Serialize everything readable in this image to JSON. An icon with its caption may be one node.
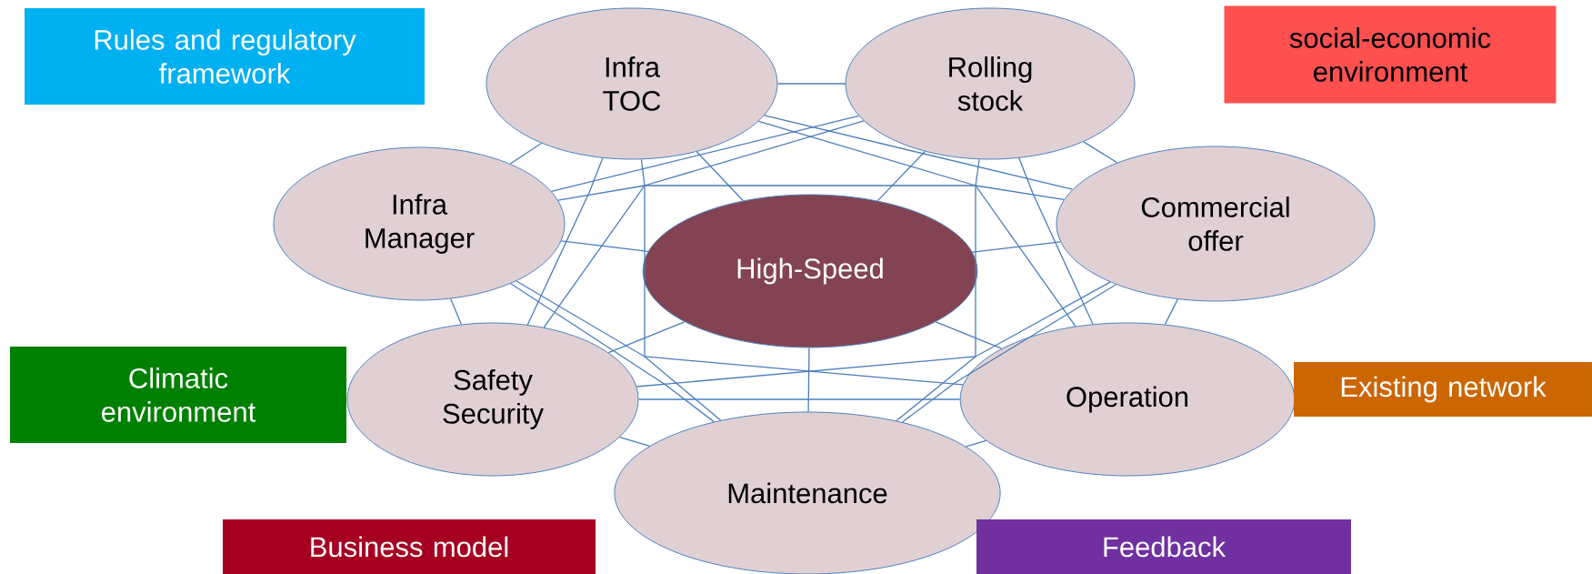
{
  "diagram": {
    "nodes": [
      {
        "text": [
          "Rules and regulatory framework"
        ]
      },
      {
        "text": [
          "Infra TOC"
        ]
      },
      {
        "text": [
          "Rolling stock"
        ]
      },
      {
        "text": [
          "social-economic environment"
        ]
      },
      {
        "text": [
          "Infra Manager"
        ]
      },
      {
        "text": [
          "High-Speed"
        ]
      },
      {
        "text": [
          "Commercial offer"
        ]
      },
      {
        "text": [
          "Climatic environment"
        ]
      },
      {
        "text": [
          "Safety Security"
        ]
      },
      {
        "text": [
          "Operation"
        ]
      },
      {
        "text": [
          "Existing network"
        ]
      },
      {
        "text": [
          "Maintenance"
        ]
      },
      {
        "text": [
          "Business model"
        ]
      },
      {
        "text": [
          "Feedback"
        ]
      }
    ],
    "edges": [
      {
        "from": 1,
        "to": 2,
        "arrow": "none"
      },
      {
        "from": 1,
        "to": 4,
        "arrow": "none"
      },
      {
        "from": 1,
        "to": 5,
        "arrow": "none"
      },
      {
        "from": 1,
        "to": 6,
        "arrow": "none"
      },
      {
        "from": 1,
        "to": 8,
        "arrow": "none"
      },
      {
        "from": 1,
        "to": 9,
        "arrow": "none"
      },
      {
        "from": 1,
        "to": 11,
        "arrow": "none"
      },
      {
        "from": 2,
        "to": 4,
        "arrow": "none"
      },
      {
        "from": 2,
        "to": 5,
        "arrow": "none"
      },
      {
        "from": 2,
        "to": 6,
        "arrow": "none"
      },
      {
        "from": 2,
        "to": 8,
        "arrow": "none"
      },
      {
        "from": 2,
        "to": 9,
        "arrow": "none"
      },
      {
        "from": 2,
        "to": 11,
        "arrow": "none"
      },
      {
        "from": 4,
        "to": 5,
        "arrow": "none"
      },
      {
        "from": 4,
        "to": 6,
        "arrow": "none"
      },
      {
        "from": 4,
        "to": 8,
        "arrow": "none"
      },
      {
        "from": 4,
        "to": 9,
        "arrow": "none"
      },
      {
        "from": 4,
        "to": 11,
        "arrow": "none"
      },
      {
        "from": 5,
        "to": 6,
        "arrow": "none"
      },
      {
        "from": 5,
        "to": 8,
        "arrow": "none"
      },
      {
        "from": 5,
        "to": 9,
        "arrow": "none"
      },
      {
        "from": 5,
        "to": 11,
        "arrow": "none"
      },
      {
        "from": 6,
        "to": 8,
        "arrow": "none"
      },
      {
        "from": 6,
        "to": 9,
        "arrow": "none"
      },
      {
        "from": 6,
        "to": 11,
        "arrow": "none"
      },
      {
        "from": 8,
        "to": 9,
        "arrow": "none"
      },
      {
        "from": 8,
        "to": 11,
        "arrow": "none"
      },
      {
        "from": 9,
        "to": 11,
        "arrow": "none"
      }
    ]
  }
}
